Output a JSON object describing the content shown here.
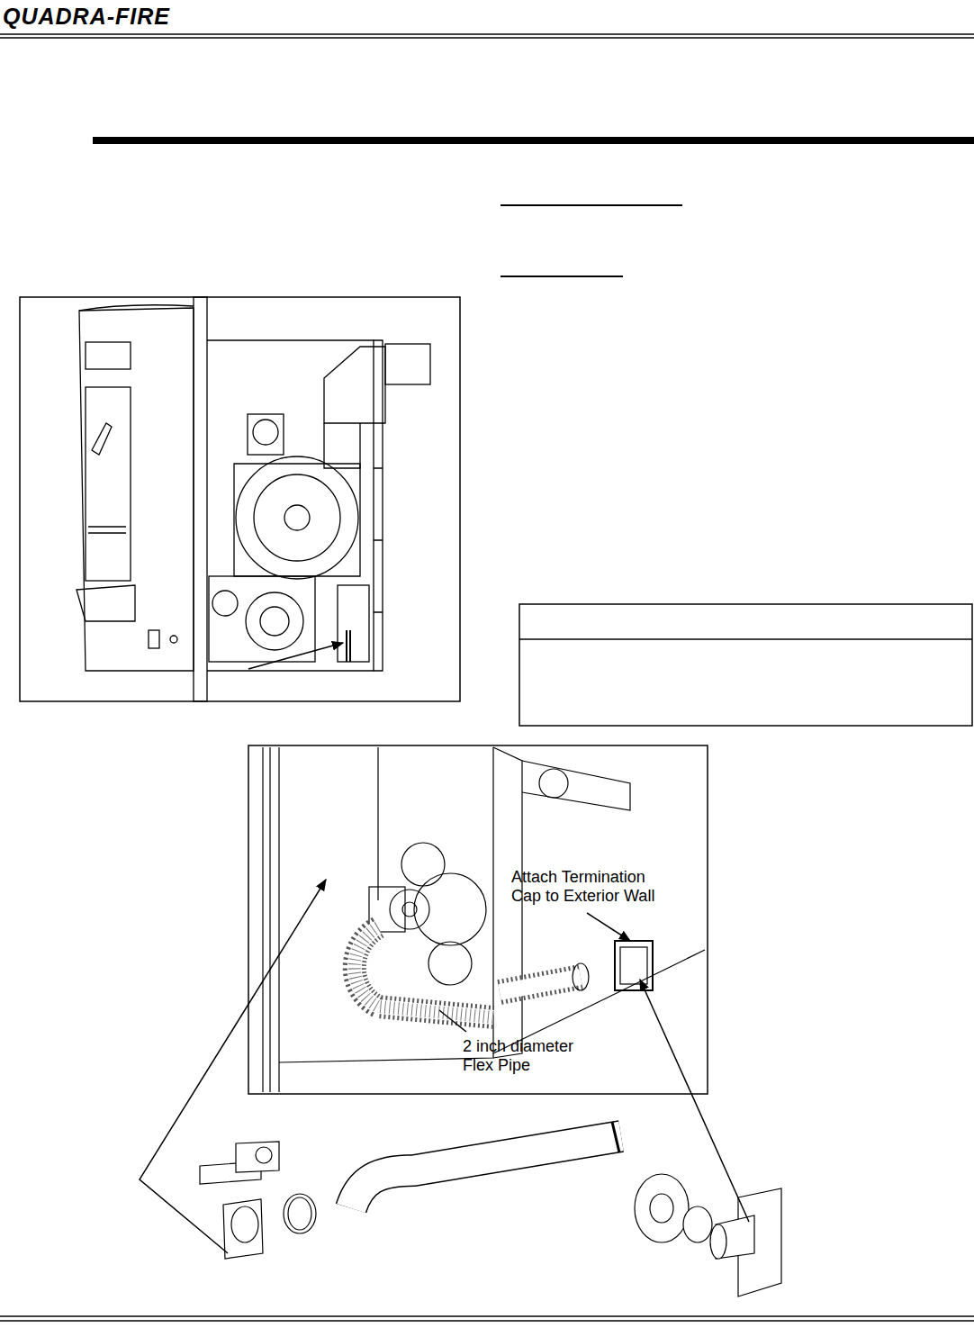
{
  "diagram": {
    "labels": [
      "QUADRA-FIRE",
      "Attach Termination Cap to Exterior Wall",
      "2 inch diameter Flex Pipe"
    ]
  }
}
